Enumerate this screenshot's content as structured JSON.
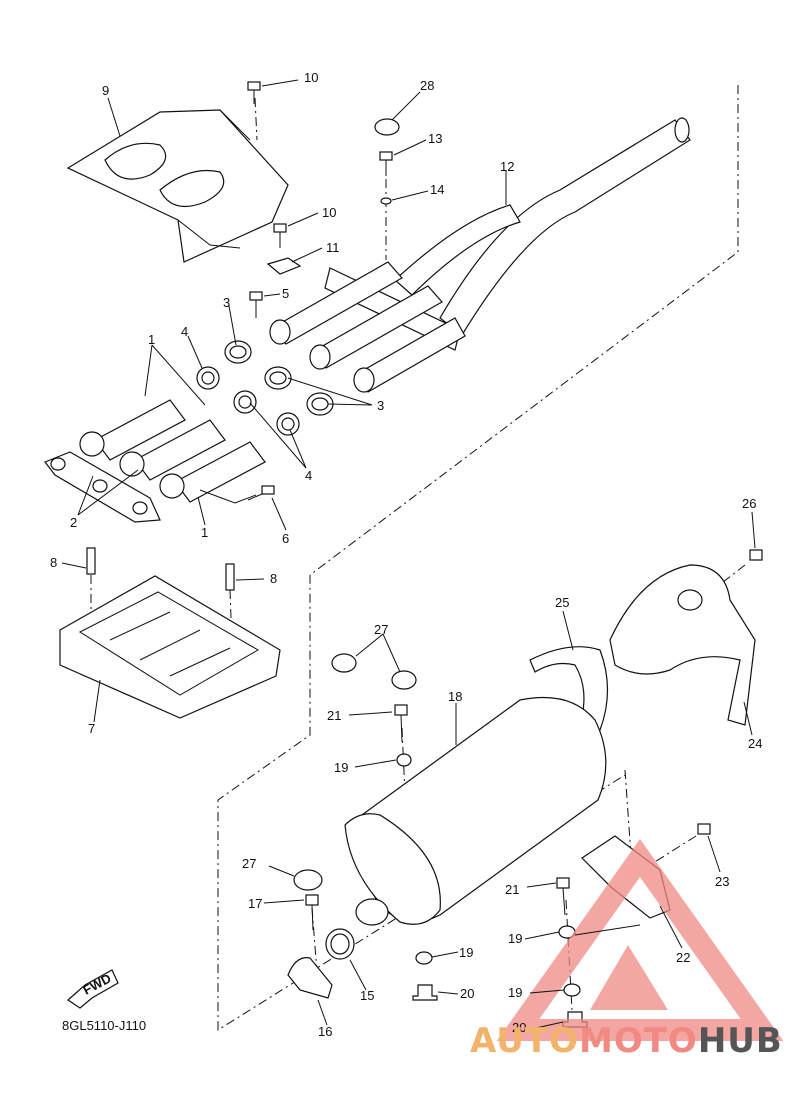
{
  "diagram_code": "8GL5110-J110",
  "fwd_label": "FWD",
  "watermark": {
    "auto": "AUTO",
    "moto": "MOTO",
    "hub": "HUB",
    "color_a": "#f2b46b",
    "color_b": "#f08a83",
    "color_c": "#555555"
  },
  "callouts": {
    "c10a": "10",
    "c9": "9",
    "c28": "28",
    "c13": "13",
    "c14": "14",
    "c12": "12",
    "c10b": "10",
    "c11": "11",
    "c5": "5",
    "c3a": "3",
    "c1a": "1",
    "c4a": "4",
    "c3b": "3",
    "c4b": "4",
    "c2": "2",
    "c1b": "1",
    "c6": "6",
    "c8a": "8",
    "c8b": "8",
    "c7": "7",
    "c26": "26",
    "c25": "25",
    "c27a": "27",
    "c18": "18",
    "c21a": "21",
    "c19a": "19",
    "c24": "24",
    "c23": "23",
    "c27b": "27",
    "c17": "17",
    "c21b": "21",
    "c22": "22",
    "c19b": "19",
    "c19c": "19",
    "c19d": "19",
    "c20a": "20",
    "c20b": "20",
    "c15": "15",
    "c16": "16"
  }
}
